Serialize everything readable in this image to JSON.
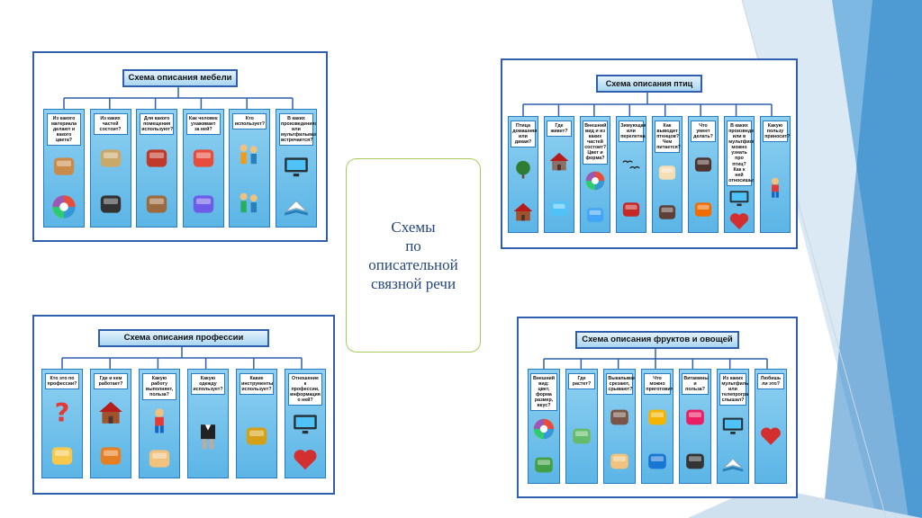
{
  "center": {
    "lines": [
      "Схемы",
      "по",
      "описательной",
      "связной речи"
    ]
  },
  "schemes": [
    {
      "title": "Схема описания мебели",
      "columns": [
        "Из какого материала делают и какого цвета?",
        "Из каких частей состоит?",
        "Для какого помещения используют?",
        "Как человек ухаживает за ней?",
        "Кто использует?",
        "В каких произведениях или мультфильмах встречается?"
      ]
    },
    {
      "title": "Схема описания птиц",
      "columns": [
        "Птица домашняя или дикая?",
        "Где живет?",
        "Внешний вид и из каких частей состоит? Цвет и форма?",
        "Зимующая или перелетная?",
        "Как выводит птенцов? Чем питается?",
        "Что умеет делать?",
        "В каких произведениях или в мультфильмах можно узнать про птиц? Как к ней относишься?",
        "Какую пользу приносит?"
      ]
    },
    {
      "title": "Схема описания профессии",
      "columns": [
        "Кто это по профессии?",
        "Где и кем работает?",
        "Какую работу выполняет, польза?",
        "Какую одежду использует?",
        "Какие инструменты использует?",
        "Отношение к профессии, информация о ней?"
      ]
    },
    {
      "title": "Схема описания фруктов и овощей",
      "columns": [
        "Внешний вид: цвет, форма размер, вкус?",
        "Где растет?",
        "Выкапывают, срезают, срывают?",
        "Что можно приготовить?",
        "Витамины и польза?",
        "Из каких мультфильмов или телепрограмм слышал?",
        "Любишь ли это?"
      ]
    }
  ],
  "colors": {
    "frame": "#2f5fae",
    "column": "#6cbde9",
    "center_border": "#a7cd5b",
    "center_text": "#24477d",
    "deco_blue": "#2e8fd3"
  }
}
